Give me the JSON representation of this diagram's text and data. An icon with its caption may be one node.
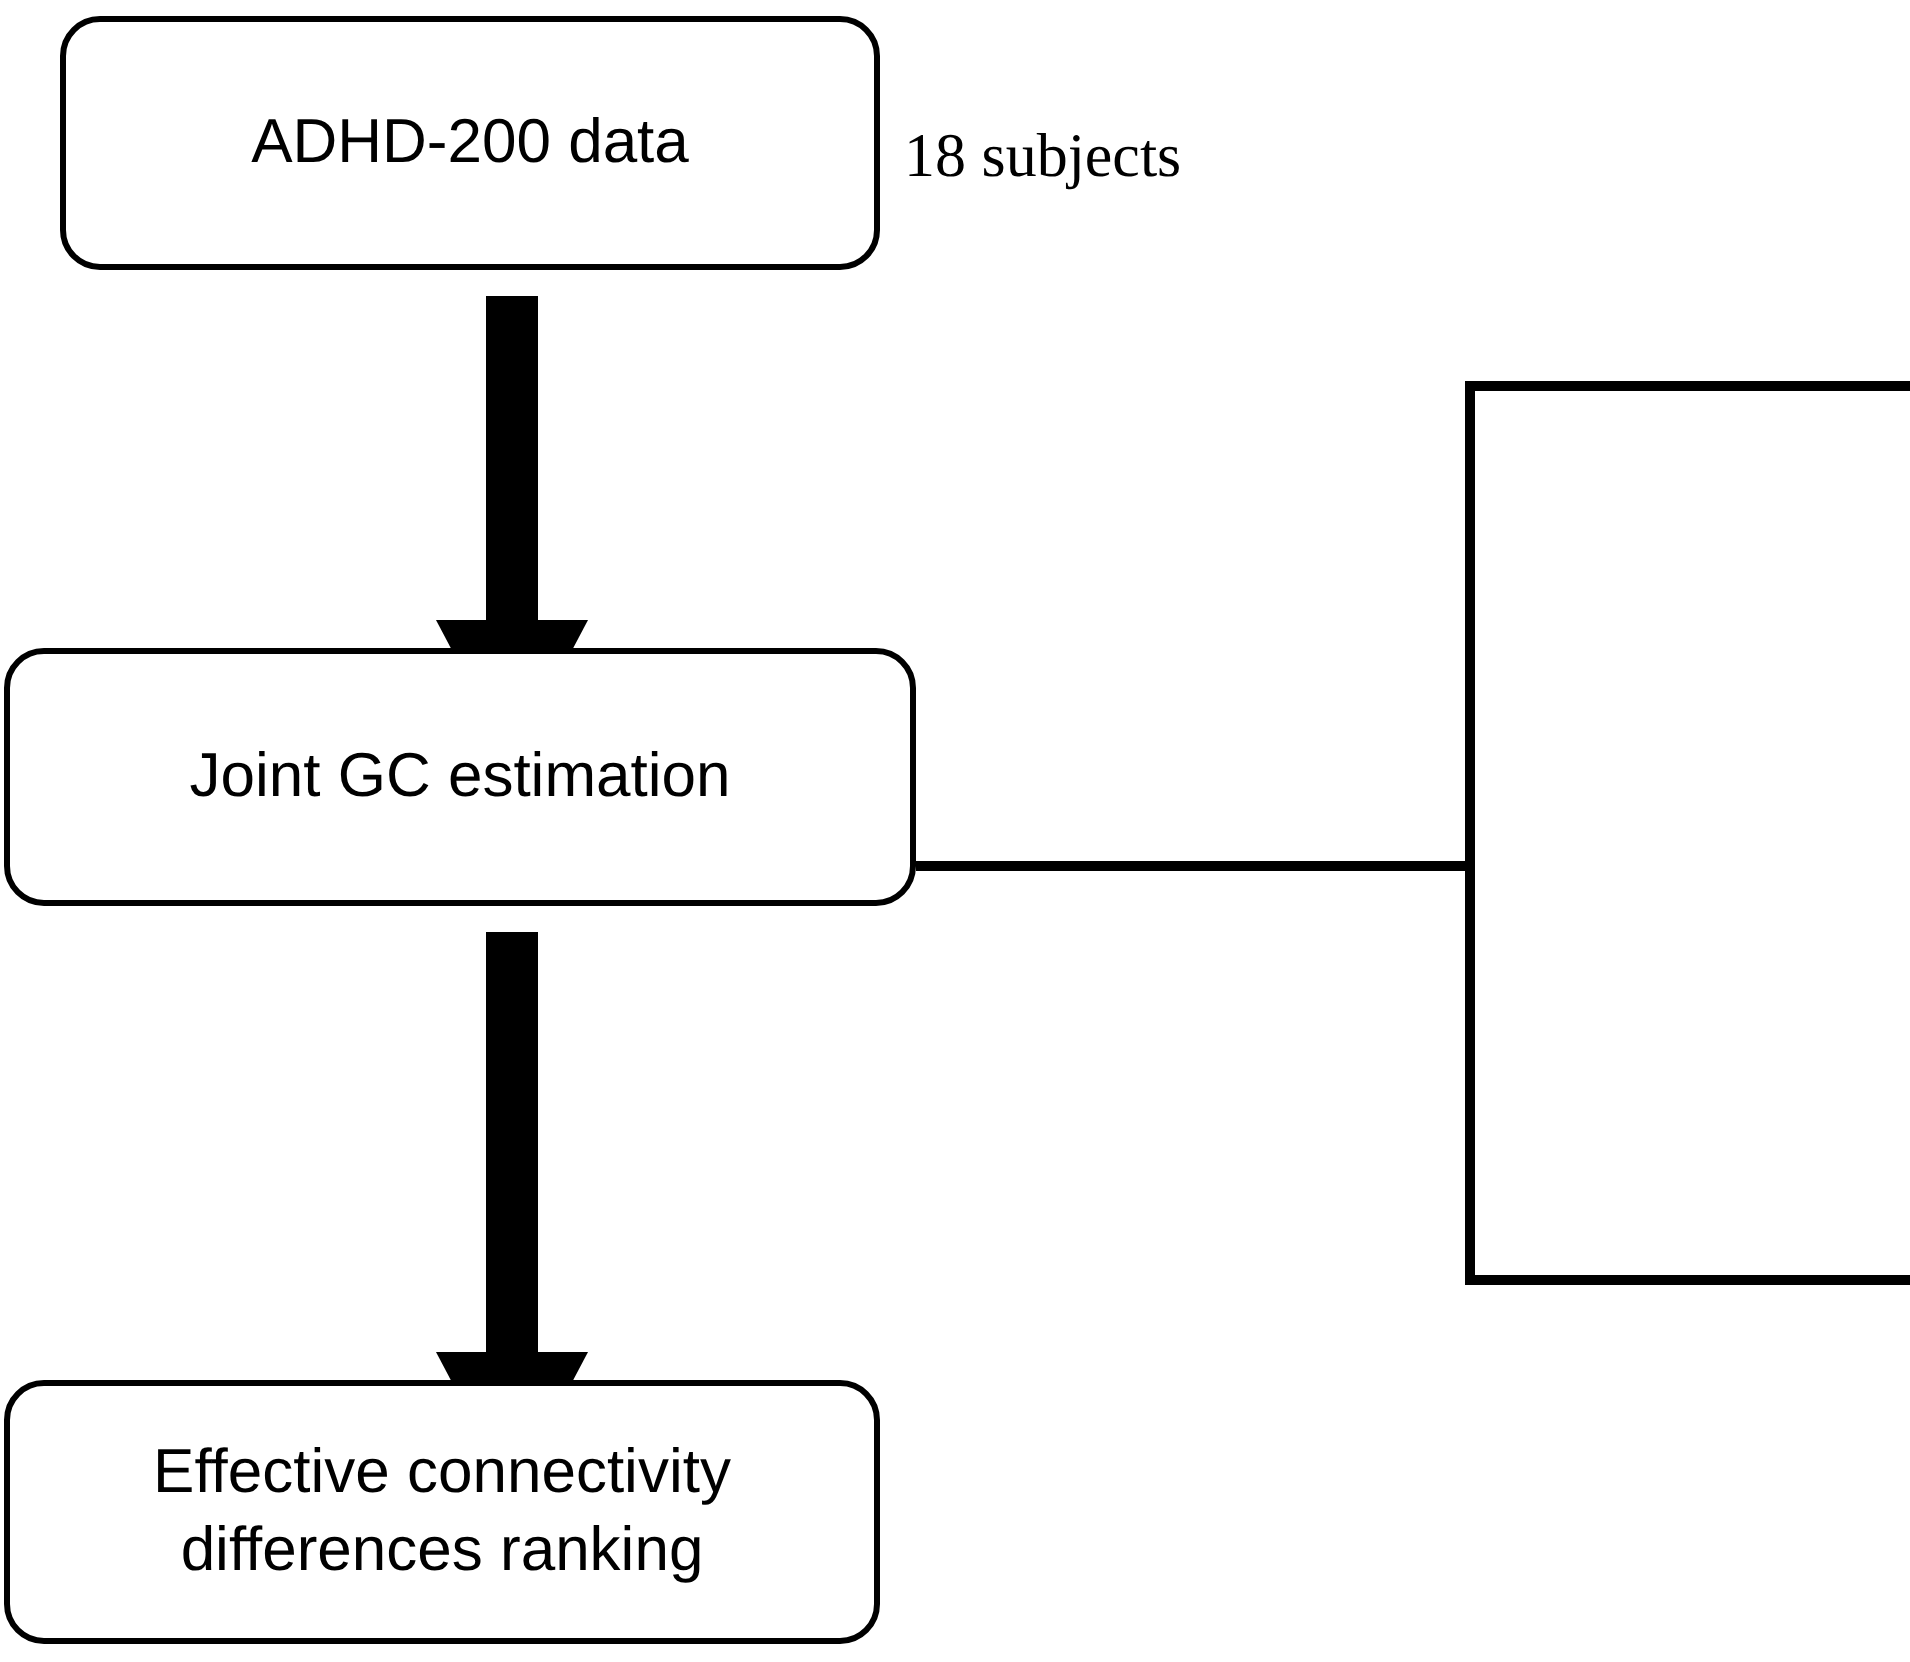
{
  "diagram": {
    "nodes": [
      {
        "text": [
          "ADHD-200 data"
        ],
        "beside": [
          "18 subjects"
        ]
      },
      {
        "text": [
          "Joint GC estimation"
        ]
      },
      {
        "text": [
          "Effective connectivity differences ranking"
        ]
      }
    ],
    "edges": [
      {
        "from": 0,
        "to": 1,
        "arrow": "to",
        "style": "thick"
      },
      {
        "from": 1,
        "to": 2,
        "arrow": "to",
        "style": "thick"
      },
      {
        "from": 1,
        "to": null,
        "arrow": "none"
      },
      {
        "from": 1,
        "to": null,
        "arrow": "none"
      }
    ]
  }
}
